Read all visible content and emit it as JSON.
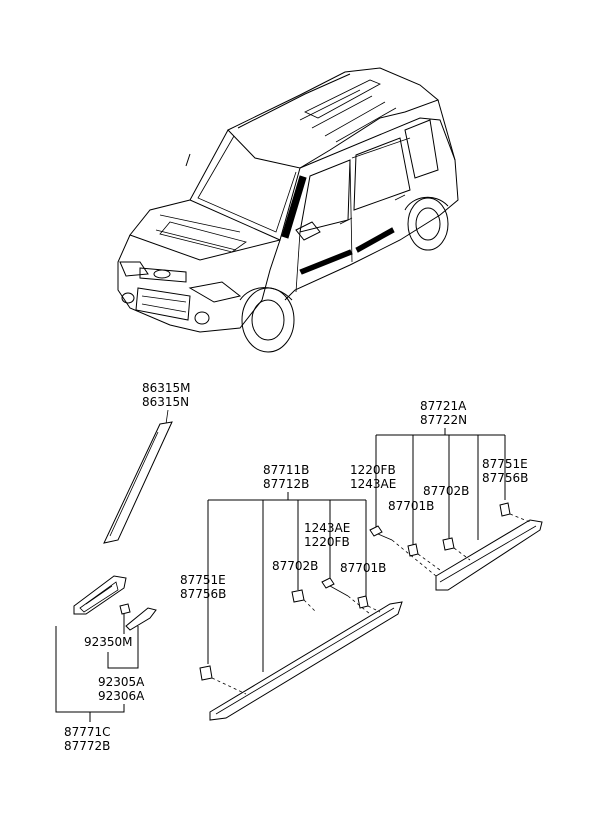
{
  "labels": {
    "trim_garnish": [
      "86315M",
      "86315N"
    ],
    "rear_molding_set": [
      "87721A",
      "87722N"
    ],
    "front_molding_set": [
      "87711B",
      "87712B"
    ],
    "bolt_rear": [
      "1220FB",
      "1243AE"
    ],
    "clip_rear": "87701B",
    "grommet_rear": "87702B",
    "clip_end_rear": [
      "87751E",
      "87756B"
    ],
    "bolt_front": [
      "1243AE",
      "1220FB"
    ],
    "grommet_front": "87702B",
    "clip_front": "87701B",
    "clip_end_front": [
      "87751E",
      "87756B"
    ],
    "lamp_bulb": "92350M",
    "lamp_assy": [
      "92305A",
      "92306A"
    ],
    "garnish_assy": [
      "87771C",
      "87772B"
    ]
  },
  "colors": {
    "line": "#000000",
    "background": "#ffffff"
  }
}
